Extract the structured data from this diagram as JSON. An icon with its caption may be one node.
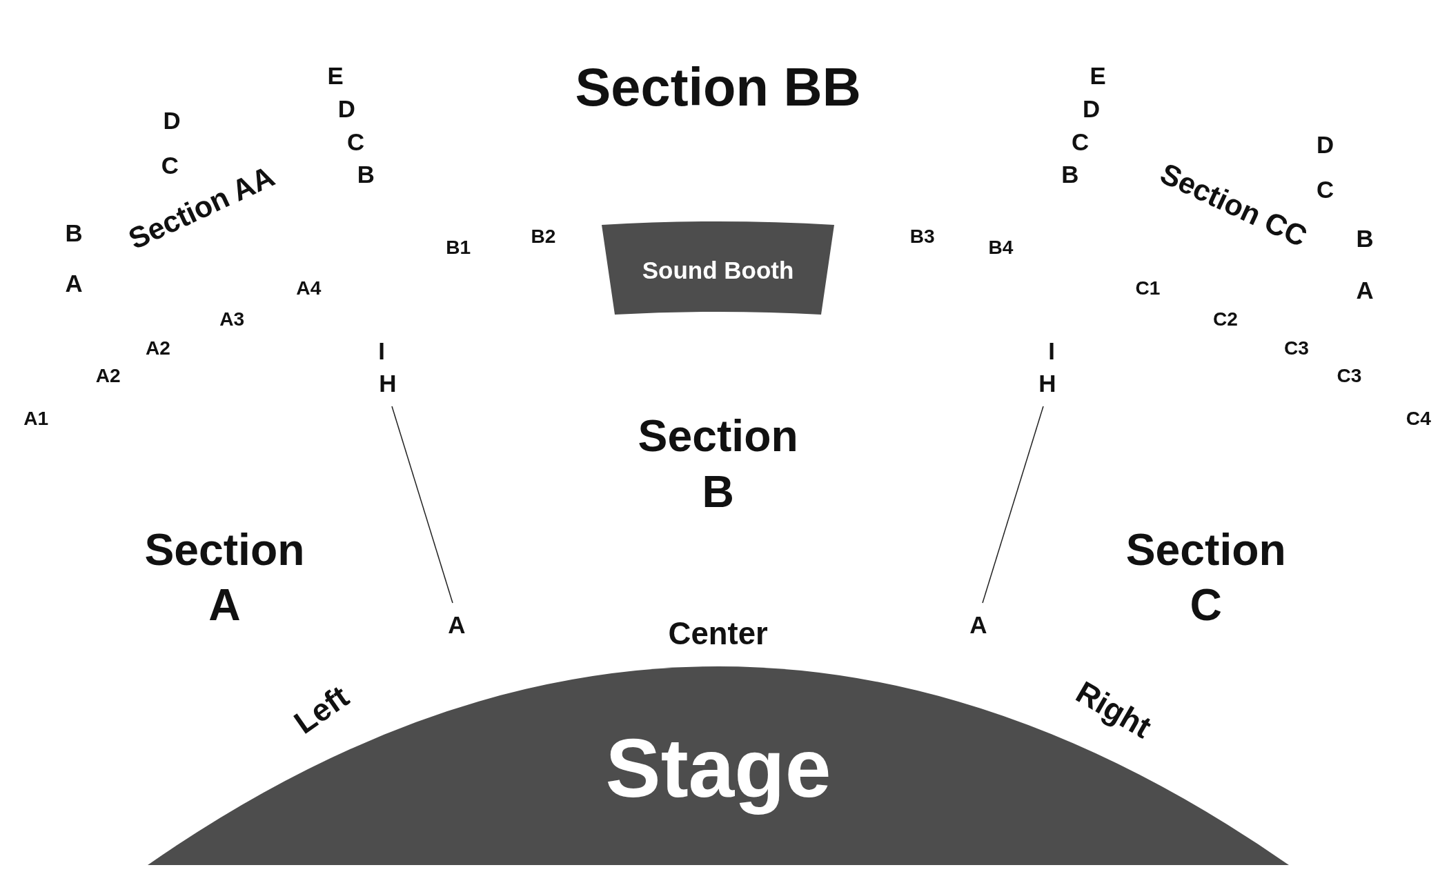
{
  "diagram": {
    "nodes": [
      {
        "text": [
          "Sound Booth"
        ]
      },
      {
        "text": [
          "H"
        ]
      },
      {
        "text": [
          "H"
        ]
      },
      {
        "text": [
          "A"
        ]
      },
      {
        "text": [
          "A"
        ]
      },
      {
        "text": [
          "Stage"
        ]
      }
    ],
    "edges": [
      {
        "from": 1,
        "to": 3,
        "arrow": "none"
      },
      {
        "from": 2,
        "to": 4,
        "arrow": "none"
      }
    ],
    "labels": [
      "Section BB",
      "E",
      "E",
      "D",
      "D",
      "D",
      "C",
      "C",
      "D",
      "C",
      "B",
      "B",
      "C",
      "Section AA",
      "Section CC",
      "B",
      "B2",
      "B3",
      "B",
      "B1",
      "B4",
      "A",
      "A4",
      "C1",
      "A",
      "A3",
      "C2",
      "A2",
      "I",
      "I",
      "C3",
      "A2",
      "C3",
      "A1",
      "C4",
      "Section B",
      "Section A",
      "Section C",
      "Center",
      "Left",
      "Right"
    ]
  }
}
